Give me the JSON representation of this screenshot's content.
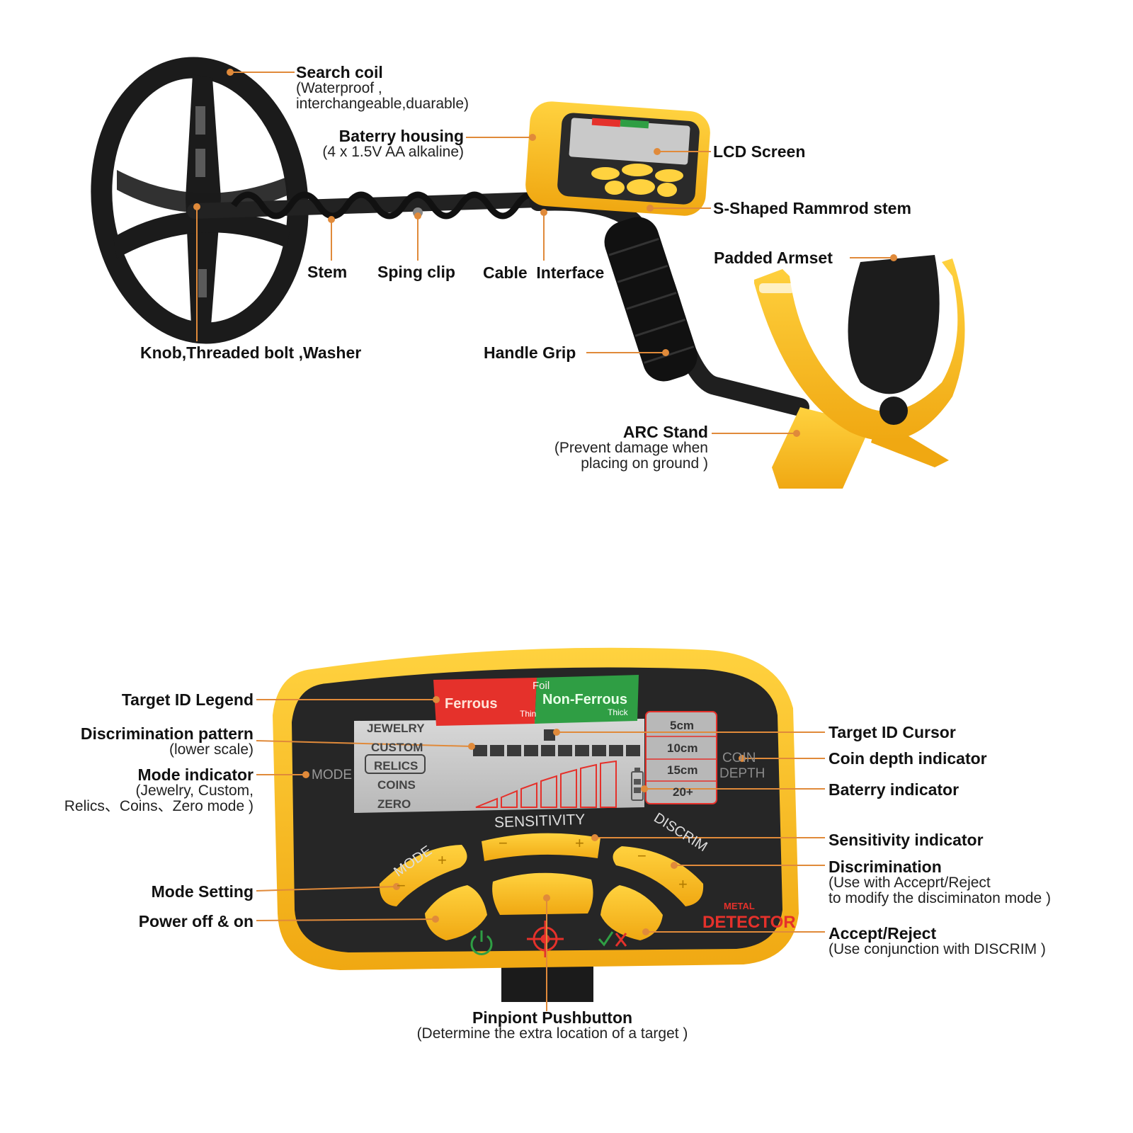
{
  "colors": {
    "yellow": "#f5b21a",
    "yellow_light": "#ffd23f",
    "coil_black": "#1b1b1b",
    "panel_dark": "#2a2a2a",
    "lcd": "#c9c9c9",
    "leader": "#e08a3a",
    "ferrous_red": "#e5312b",
    "nonferrous_green": "#2f9e44"
  },
  "top_labels": {
    "search_coil": {
      "title": "Search coil",
      "sub1": "(Waterproof ,",
      "sub2": "interchangeable,duarable)"
    },
    "battery_housing": {
      "title": "Baterry housing",
      "sub": "(4 x 1.5V AA alkaline)"
    },
    "lcd_screen": {
      "title": "LCD Screen"
    },
    "s_shaped": {
      "title": "S-Shaped Rammrod stem"
    },
    "padded_armset": {
      "title": "Padded Armset"
    },
    "stem": {
      "title": "Stem"
    },
    "spring_clip": {
      "title": "Sping clip"
    },
    "cable_interface": {
      "title": "Cable  Interface"
    },
    "knob": {
      "title": "Knob,Threaded bolt ,Washer"
    },
    "handle_grip": {
      "title": "Handle Grip"
    },
    "arc_stand": {
      "title": "ARC Stand",
      "sub1": "(Prevent damage when",
      "sub2": "placing on ground )"
    }
  },
  "panel_labels": {
    "target_id_legend": {
      "title": "Target ID Legend"
    },
    "discrimination_pattern": {
      "title": "Discrimination pattern",
      "sub": "(lower scale)"
    },
    "mode_indicator": {
      "title": "Mode indicator",
      "sub1": "(Jewelry, Custom,",
      "sub2": "Relics、Coins、Zero mode )"
    },
    "mode_setting": {
      "title": "Mode Setting"
    },
    "power": {
      "title": "Power off & on"
    },
    "target_id_cursor": {
      "title": "Target ID Cursor"
    },
    "coin_depth": {
      "title": "Coin depth indicator"
    },
    "battery_indicator": {
      "title": "Baterry indicator"
    },
    "sensitivity_indicator": {
      "title": "Sensitivity indicator"
    },
    "discrimination": {
      "title": "Discrimination",
      "sub1": "(Use with Acceprt/Reject",
      "sub2": "to modify the disciminaton mode )"
    },
    "accept_reject": {
      "title": "Accept/Reject",
      "sub": "(Use conjunction with DISCRIM )"
    },
    "pinpoint": {
      "title": "Pinpiont Pushbutton",
      "sub": "(Determine the extra location of a target  )"
    }
  },
  "panel_face": {
    "ferrous": "Ferrous",
    "foil": "Foil",
    "non_ferrous": "Non-Ferrous",
    "thin": "Thin",
    "thick": "Thick",
    "modes": [
      "JEWELRY",
      "CUSTOM",
      "RELICS",
      "COINS",
      "ZERO"
    ],
    "mode_word": "MODE",
    "depths": [
      "5cm",
      "10cm",
      "15cm",
      "20+"
    ],
    "coin": "COIN",
    "depth": "DEPTH",
    "sensitivity": "SENSITIVITY",
    "mode_btn": "MODE",
    "discrim": "DISCRIM",
    "brand_small": "METAL",
    "brand_big": "DETECTOR",
    "minus": "−",
    "plus": "+"
  },
  "icons": [
    "power-icon",
    "crosshair-icon",
    "accept-reject-icon"
  ]
}
